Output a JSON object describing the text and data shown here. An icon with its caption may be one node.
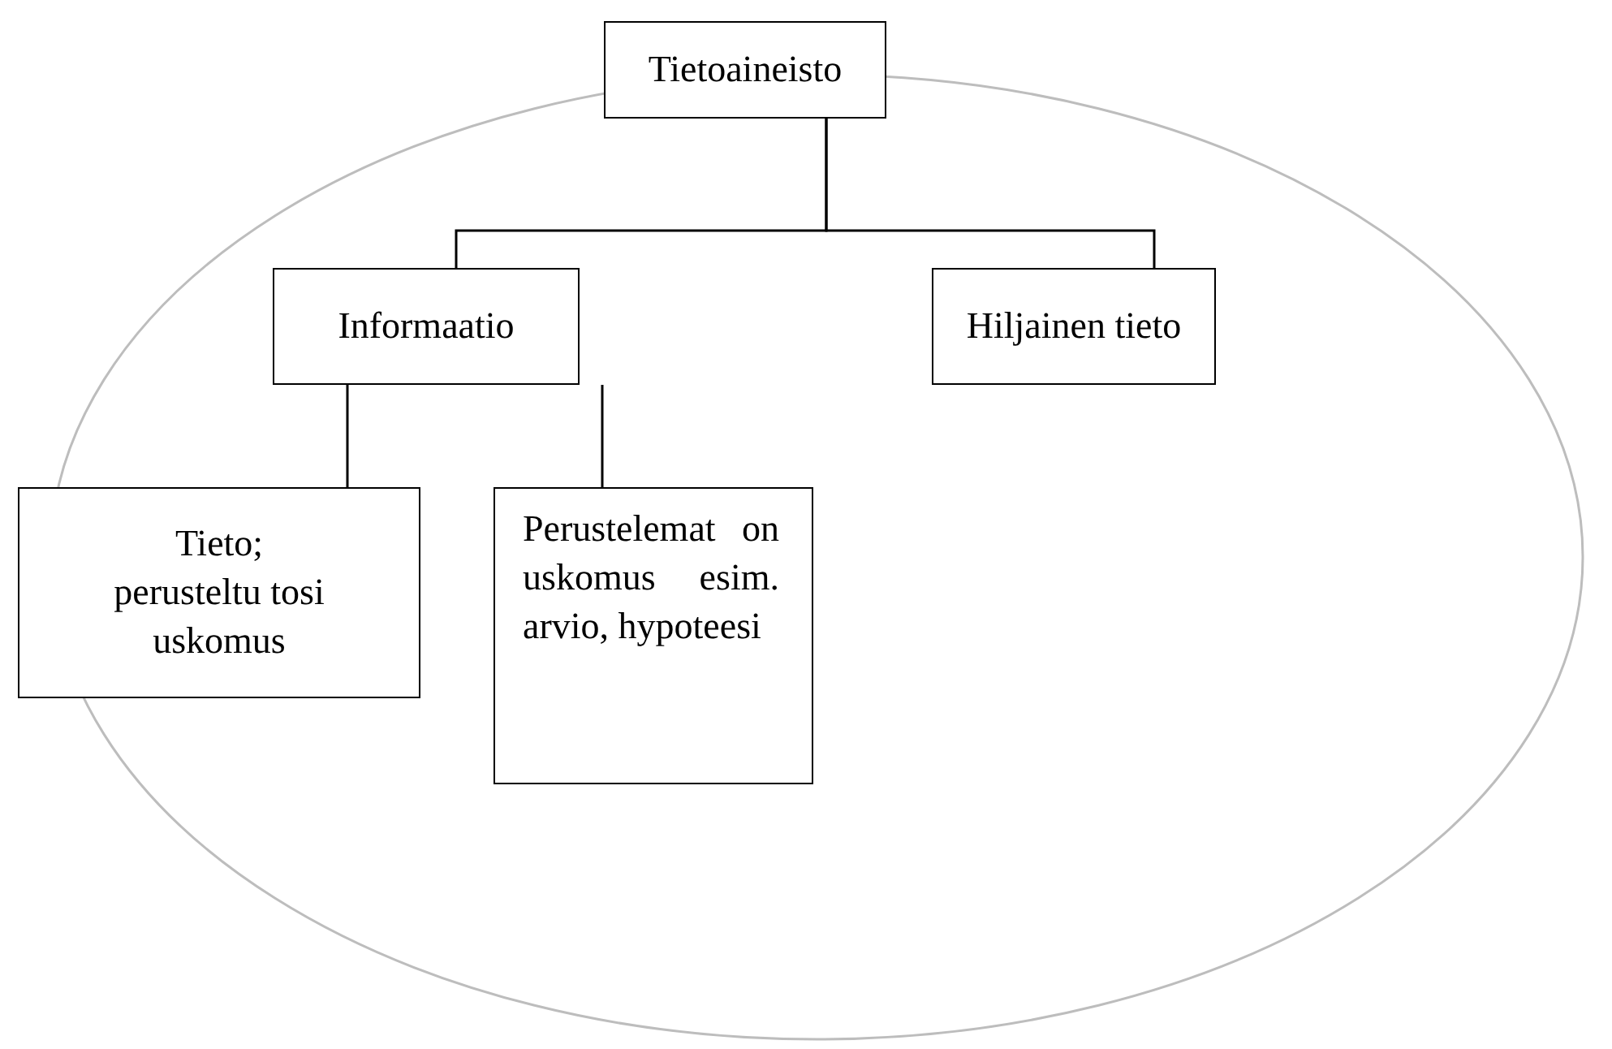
{
  "diagram": {
    "nodes": [
      {
        "text": [
          "Tietoaineisto"
        ]
      },
      {
        "text": [
          "Informaatio"
        ]
      },
      {
        "text": [
          "Hiljainen tieto"
        ]
      },
      {
        "text": [
          "Tieto; perusteltu tosi uskomus"
        ]
      },
      {
        "text": [
          "Perustelemat on uskomus esim. arvio, hypoteesi"
        ]
      }
    ],
    "edges": [
      {
        "from": 0,
        "to": 1,
        "arrow": "none"
      },
      {
        "from": 0,
        "to": 2,
        "arrow": "none"
      },
      {
        "from": 1,
        "to": 3,
        "arrow": "none"
      },
      {
        "from": 1,
        "to": 4,
        "arrow": "none"
      }
    ]
  }
}
